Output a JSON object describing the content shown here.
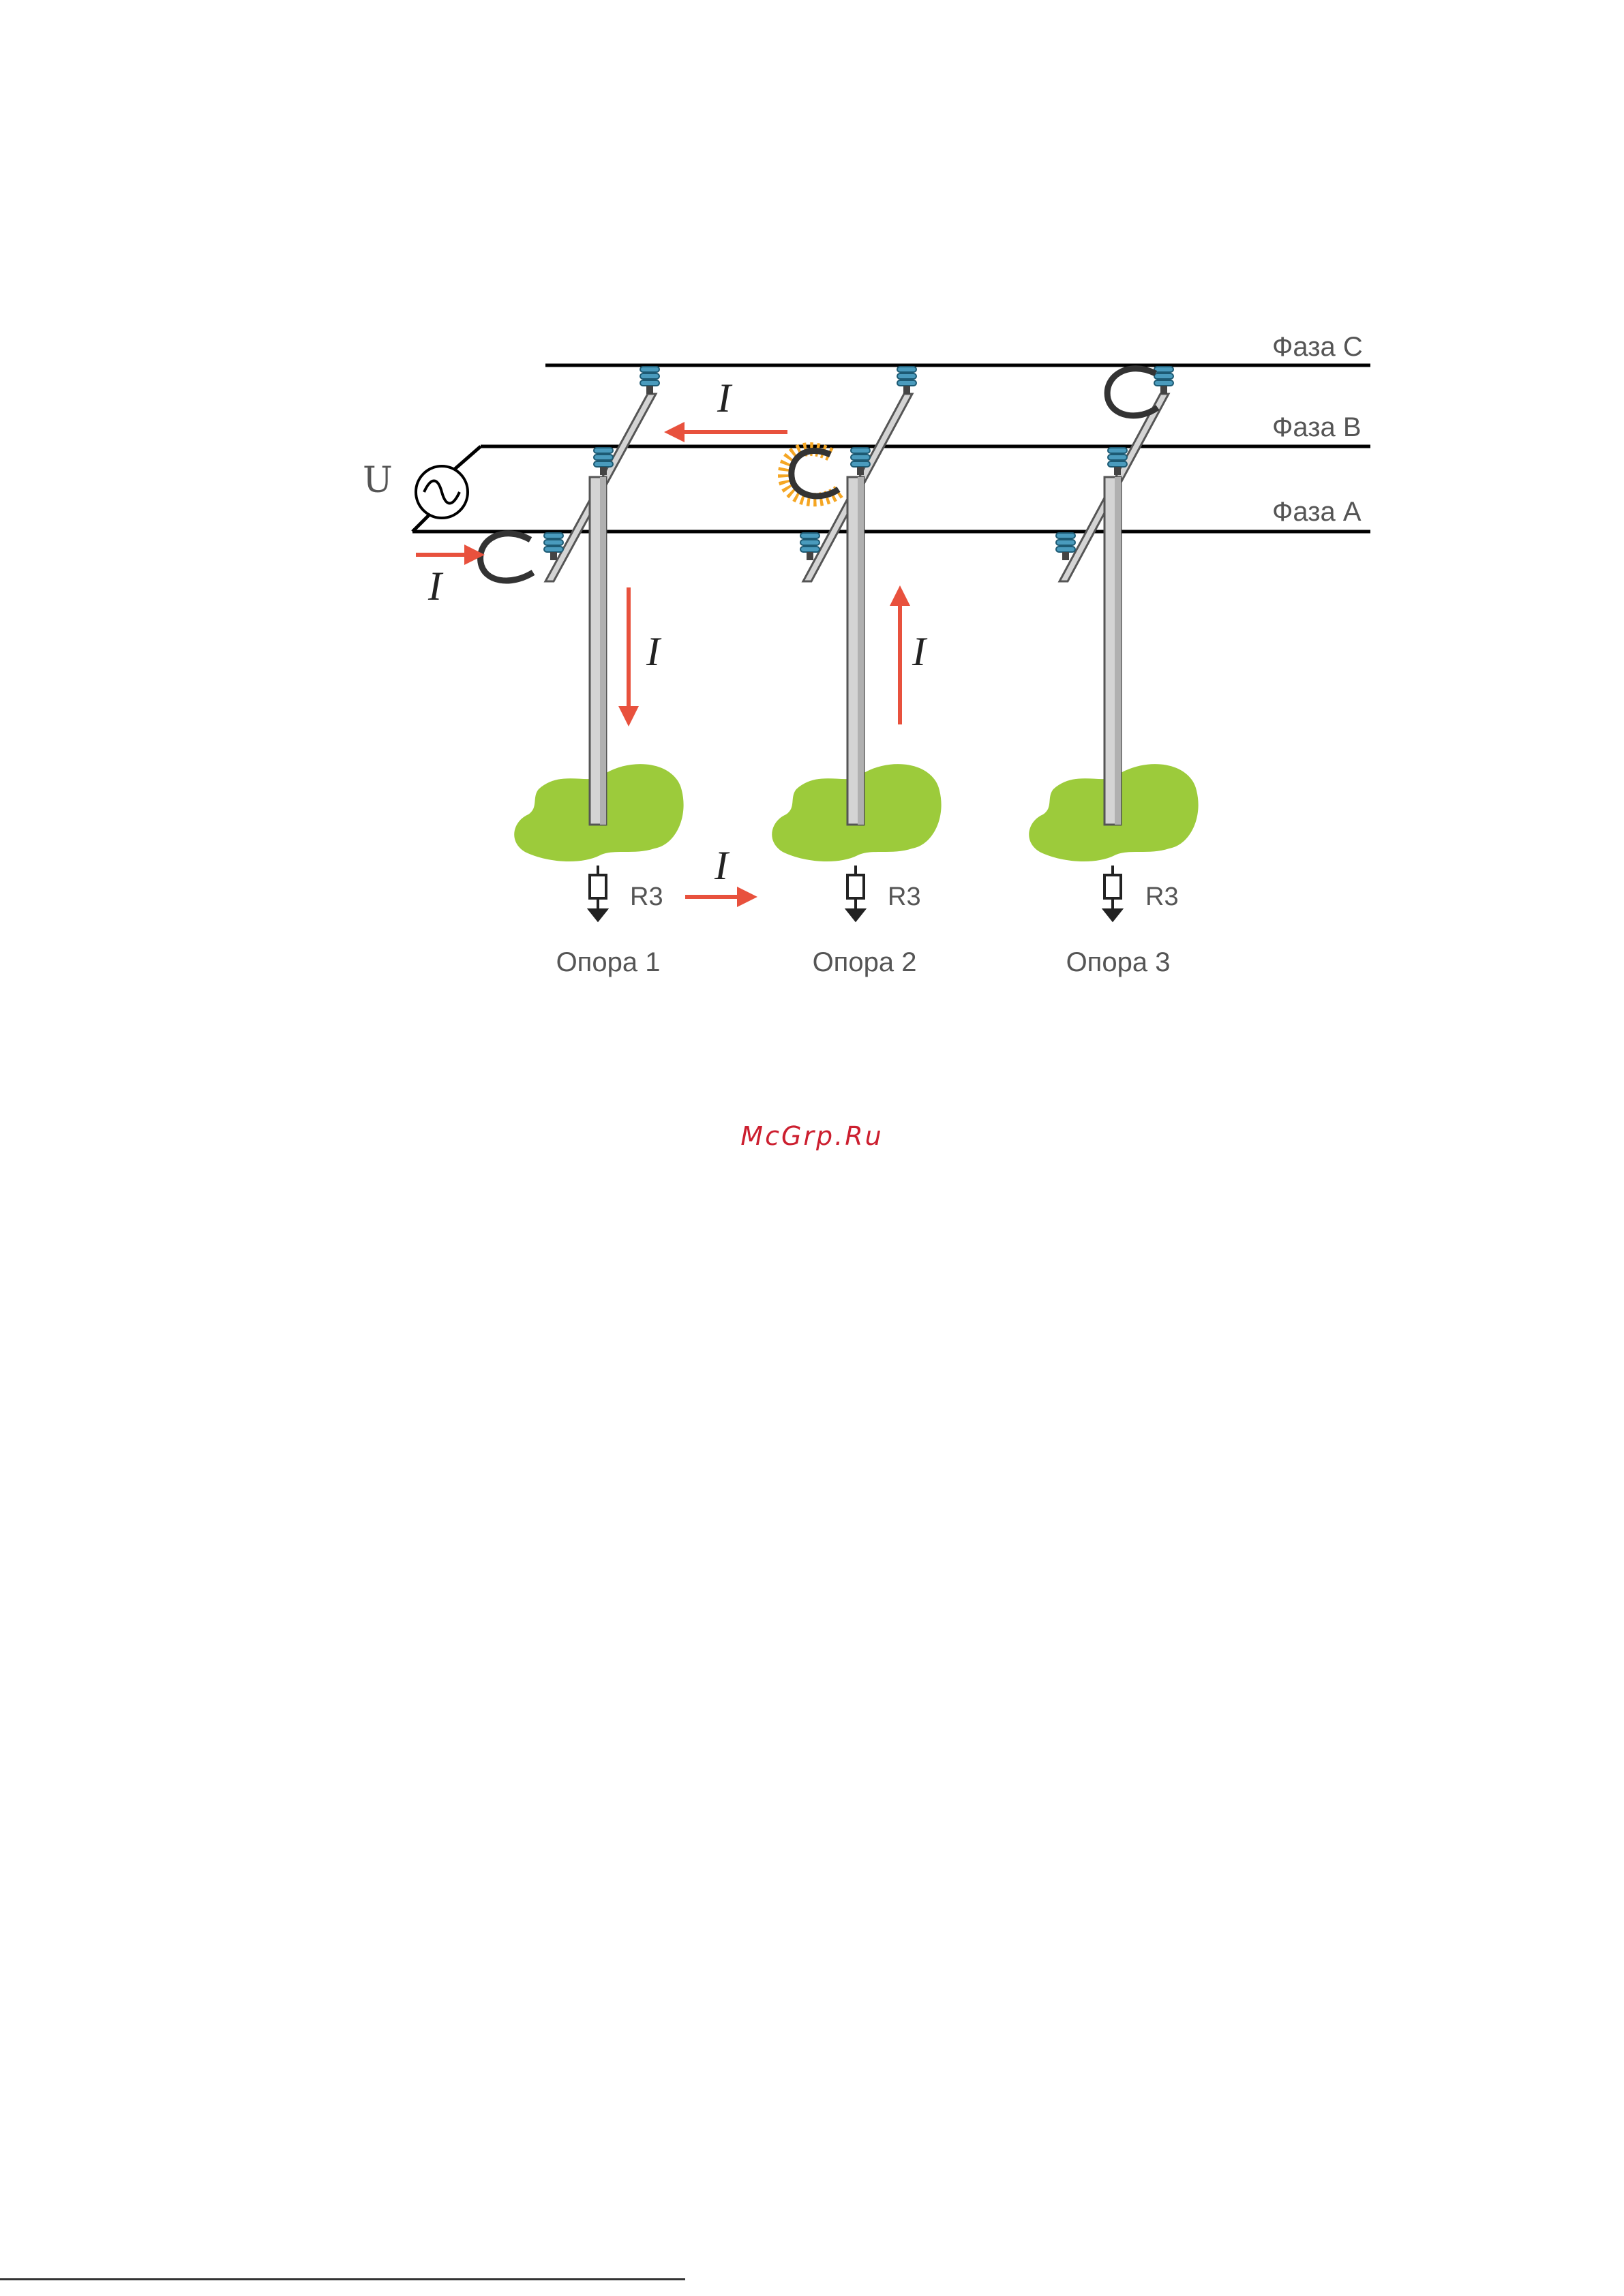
{
  "diagram": {
    "phases": [
      {
        "id": "c",
        "label": "Фаза C"
      },
      {
        "id": "b",
        "label": "Фаза B"
      },
      {
        "id": "a",
        "label": "Фаза A"
      }
    ],
    "source_label": "U",
    "current_label": "I",
    "poles": [
      {
        "label": "Опора 1",
        "resistor_label": "R3"
      },
      {
        "label": "Опора 2",
        "resistor_label": "R3"
      },
      {
        "label": "Опора 3",
        "resistor_label": "R3"
      }
    ],
    "colors": {
      "wire": "#000000",
      "arrow": "#e8513d",
      "ground": "#9ccb3b",
      "insulator": "#4a9bbd",
      "pole": "#d4d4d4",
      "pole_edge": "#555555",
      "spark": "#f5a623"
    }
  },
  "watermark": "McGrp.Ru"
}
